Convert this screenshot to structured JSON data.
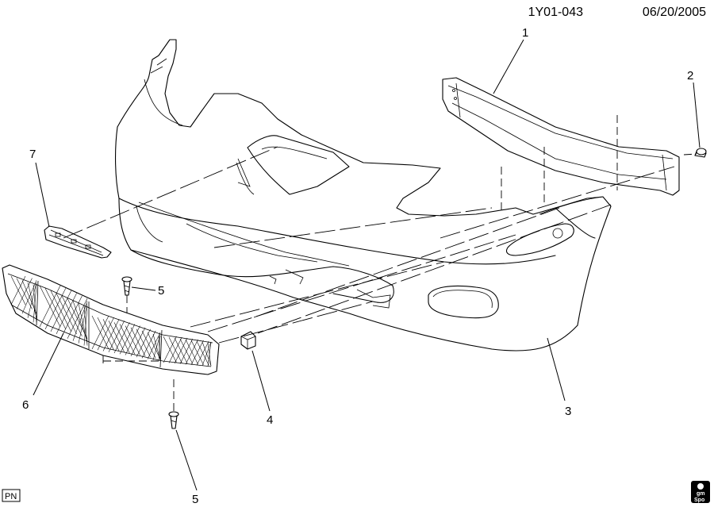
{
  "header": {
    "drawing_id": "1Y01-043",
    "date": "06/20/2005"
  },
  "callouts": [
    {
      "id": "callout-1",
      "label": "1"
    },
    {
      "id": "callout-2",
      "label": "2"
    },
    {
      "id": "callout-3",
      "label": "3"
    },
    {
      "id": "callout-4",
      "label": "4"
    },
    {
      "id": "callout-5a",
      "label": "5"
    },
    {
      "id": "callout-5b",
      "label": "5"
    },
    {
      "id": "callout-6",
      "label": "6"
    },
    {
      "id": "callout-7",
      "label": "7"
    }
  ],
  "footer": {
    "pn_label": "PN",
    "logo_line1": "gm",
    "logo_line2": "Spo"
  }
}
